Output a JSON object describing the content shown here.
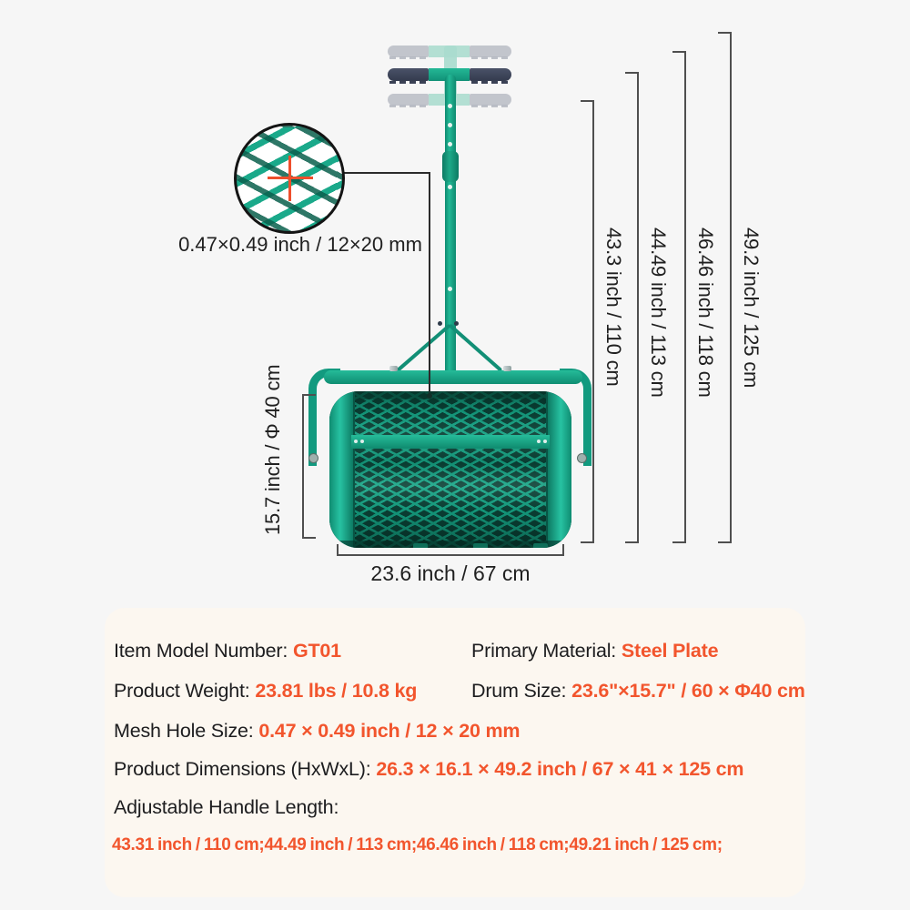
{
  "accent_color": "#F2552D",
  "product_color": "#17A186",
  "diagram": {
    "mesh_callout_label": "0.47×0.49 inch / 12×20 mm",
    "drum_width_label": "23.6 inch / 67 cm",
    "drum_diameter_label": "15.7 inch / Φ 40 cm",
    "handle_heights": [
      {
        "label": "43.3 inch / 110 cm"
      },
      {
        "label": "44.49 inch / 113 cm"
      },
      {
        "label": "46.46 inch / 118 cm"
      },
      {
        "label": "49.2 inch / 125 cm"
      }
    ]
  },
  "specs": {
    "item_model": {
      "label": "Item Model Number: ",
      "value": "GT01"
    },
    "primary_material": {
      "label": "Primary Material: ",
      "value": "Steel Plate"
    },
    "product_weight": {
      "label": "Product Weight: ",
      "value": "23.81 lbs / 10.8 kg"
    },
    "drum_size": {
      "label": "Drum Size: ",
      "value": "23.6\"×15.7\" / 60 × Φ40 cm"
    },
    "mesh_hole_size": {
      "label": "Mesh Hole Size: ",
      "value": "0.47 × 0.49 inch / 12 × 20 mm"
    },
    "product_dimensions": {
      "label": "Product Dimensions (HxWxL): ",
      "value": "26.3 × 16.1 × 49.2 inch / 67 × 41 × 125 cm"
    },
    "adjustable_handle": {
      "label": "Adjustable Handle Length:",
      "value": "43.31 inch / 110 cm;44.49 inch / 113 cm;46.46 inch / 118 cm;49.21 inch / 125 cm;"
    }
  }
}
